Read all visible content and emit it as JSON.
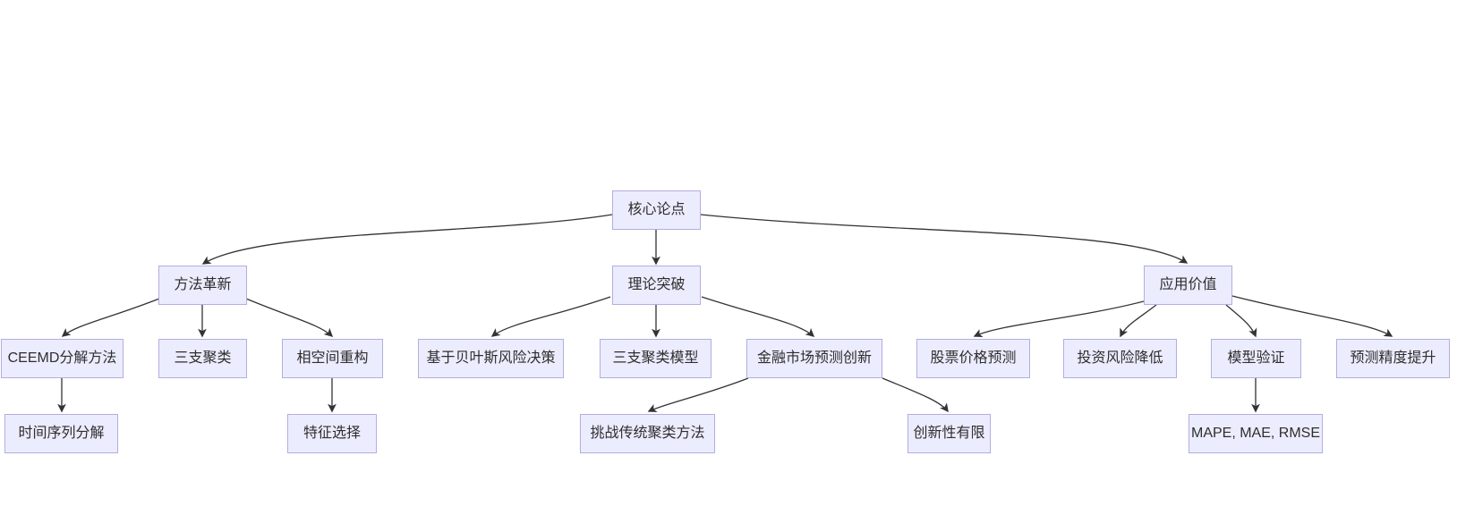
{
  "diagram": {
    "type": "flowchart-tree",
    "colors": {
      "background": "#ffffff",
      "node_fill": "#ECECFF",
      "node_border": "#b1aee0",
      "edge": "#333333",
      "text": "#2e2e2e"
    },
    "nodes": [
      {
        "id": "core-thesis",
        "label": "核心论点"
      },
      {
        "id": "method-innovation",
        "label": "方法革新"
      },
      {
        "id": "theory-breakthrough",
        "label": "理论突破"
      },
      {
        "id": "application-value",
        "label": "应用价值"
      },
      {
        "id": "ceemd-decomposition",
        "label": "CEEMD分解方法"
      },
      {
        "id": "three-way-clustering",
        "label": "三支聚类"
      },
      {
        "id": "phase-space-reconstruction",
        "label": "相空间重构"
      },
      {
        "id": "bayes-risk-decision",
        "label": "基于贝叶斯风险决策"
      },
      {
        "id": "three-way-clustering-model",
        "label": "三支聚类模型"
      },
      {
        "id": "financial-market-innovation",
        "label": "金融市场预测创新"
      },
      {
        "id": "stock-price-prediction",
        "label": "股票价格预测"
      },
      {
        "id": "investment-risk-reduction",
        "label": "投资风险降低"
      },
      {
        "id": "model-validation",
        "label": "模型验证"
      },
      {
        "id": "prediction-accuracy",
        "label": "预测精度提升"
      },
      {
        "id": "time-series-decomposition",
        "label": "时间序列分解"
      },
      {
        "id": "feature-selection",
        "label": "特征选择"
      },
      {
        "id": "challenge-traditional-clustering",
        "label": "挑战传统聚类方法"
      },
      {
        "id": "limited-novelty",
        "label": "创新性有限"
      },
      {
        "id": "evaluation-metrics",
        "label": "MAPE, MAE, RMSE"
      }
    ],
    "edges": [
      {
        "from": "core-thesis",
        "to": "method-innovation"
      },
      {
        "from": "core-thesis",
        "to": "theory-breakthrough"
      },
      {
        "from": "core-thesis",
        "to": "application-value"
      },
      {
        "from": "method-innovation",
        "to": "ceemd-decomposition"
      },
      {
        "from": "method-innovation",
        "to": "three-way-clustering"
      },
      {
        "from": "method-innovation",
        "to": "phase-space-reconstruction"
      },
      {
        "from": "ceemd-decomposition",
        "to": "time-series-decomposition"
      },
      {
        "from": "phase-space-reconstruction",
        "to": "feature-selection"
      },
      {
        "from": "theory-breakthrough",
        "to": "bayes-risk-decision"
      },
      {
        "from": "theory-breakthrough",
        "to": "three-way-clustering-model"
      },
      {
        "from": "theory-breakthrough",
        "to": "financial-market-innovation"
      },
      {
        "from": "financial-market-innovation",
        "to": "challenge-traditional-clustering"
      },
      {
        "from": "financial-market-innovation",
        "to": "limited-novelty"
      },
      {
        "from": "application-value",
        "to": "stock-price-prediction"
      },
      {
        "from": "application-value",
        "to": "investment-risk-reduction"
      },
      {
        "from": "application-value",
        "to": "model-validation"
      },
      {
        "from": "application-value",
        "to": "prediction-accuracy"
      },
      {
        "from": "model-validation",
        "to": "evaluation-metrics"
      }
    ]
  }
}
